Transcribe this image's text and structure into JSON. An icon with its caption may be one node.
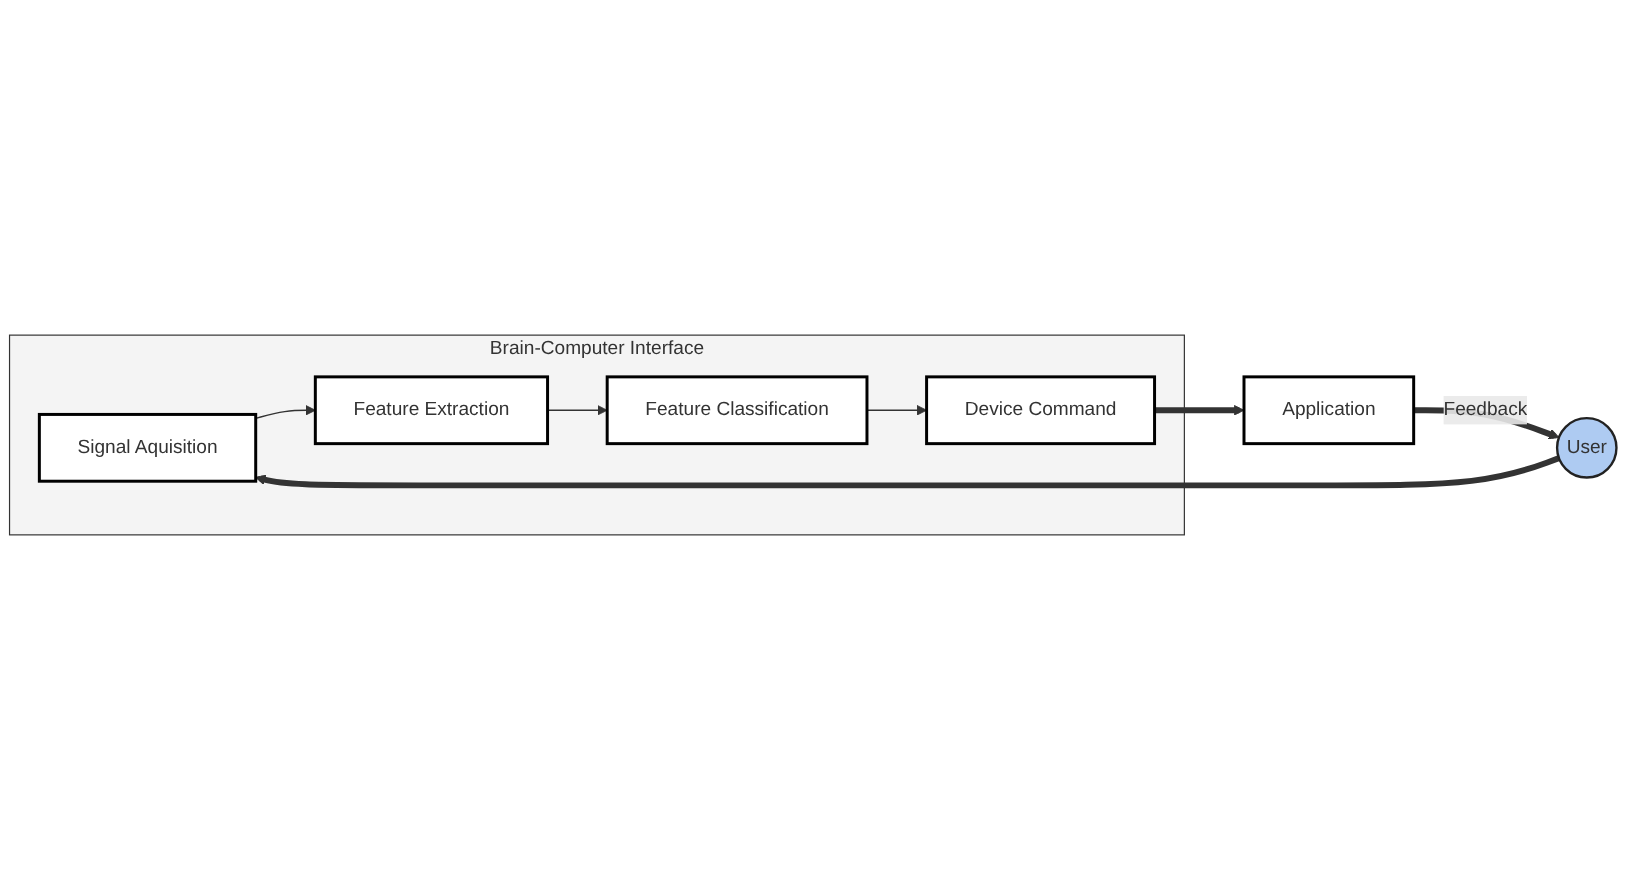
{
  "diagram": {
    "nodes": [
      {
        "text": [
          "Brain-Computer Interface"
        ]
      },
      {
        "text": [
          "Signal Aquisition"
        ],
        "in": 0
      },
      {
        "text": [
          "Feature Extraction"
        ],
        "in": 0
      },
      {
        "text": [
          "Feature Classification"
        ],
        "in": 0
      },
      {
        "text": [
          "Device Command"
        ],
        "in": 0
      },
      {
        "text": [
          "User"
        ]
      },
      {
        "text": [
          "Application"
        ]
      }
    ],
    "edges": [
      {
        "from": 1,
        "to": 2,
        "arrow": "to"
      },
      {
        "from": 2,
        "to": 3,
        "arrow": "to"
      },
      {
        "from": 3,
        "to": 4,
        "arrow": "to"
      },
      {
        "from": 5,
        "to": 1,
        "arrow": "to",
        "style": "thick"
      },
      {
        "from": 4,
        "to": 6,
        "arrow": "to",
        "style": "thick"
      },
      {
        "from": 6,
        "to": 5,
        "arrow": "to",
        "style": "thick",
        "label": "Feedback"
      }
    ]
  }
}
